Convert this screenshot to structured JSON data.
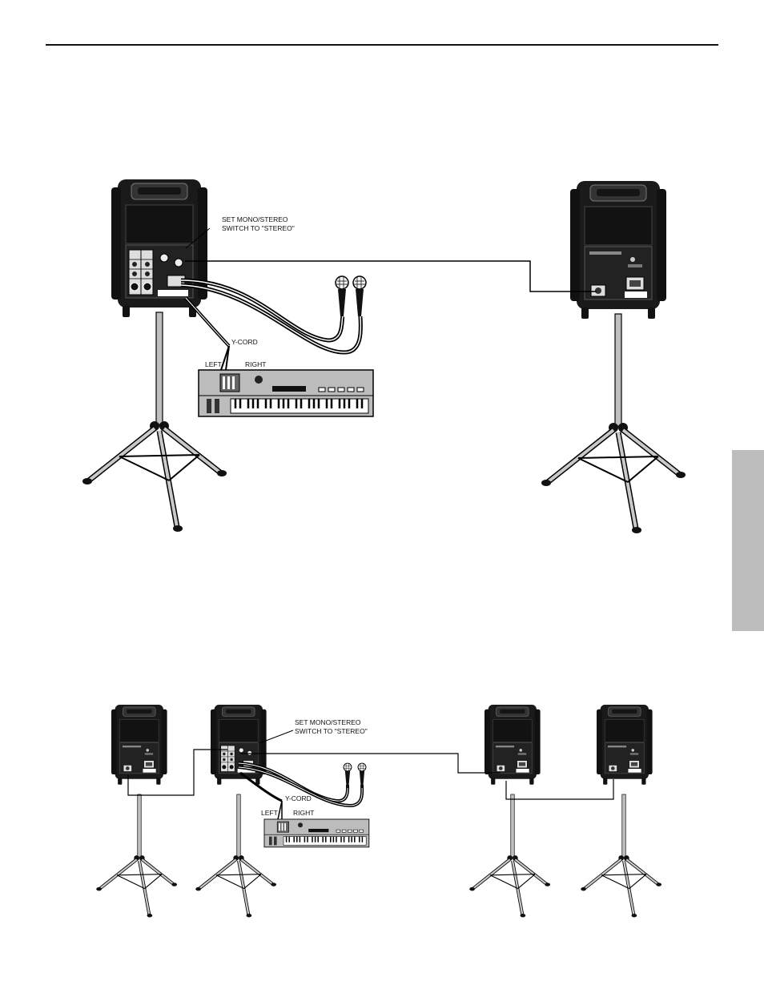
{
  "diagram1": {
    "callout": {
      "line1": "SET MONO/STEREO",
      "line2": "SWITCH TO \"STEREO\""
    },
    "ycord_label": "Y-CORD",
    "left_label": "LEFT",
    "right_label": "RIGHT"
  },
  "diagram2": {
    "callout": {
      "line1": "SET MONO/STEREO",
      "line2": "SWITCH TO \"STEREO\""
    },
    "ycord_label": "Y-CORD",
    "left_label": "LEFT",
    "right_label": "RIGHT"
  }
}
